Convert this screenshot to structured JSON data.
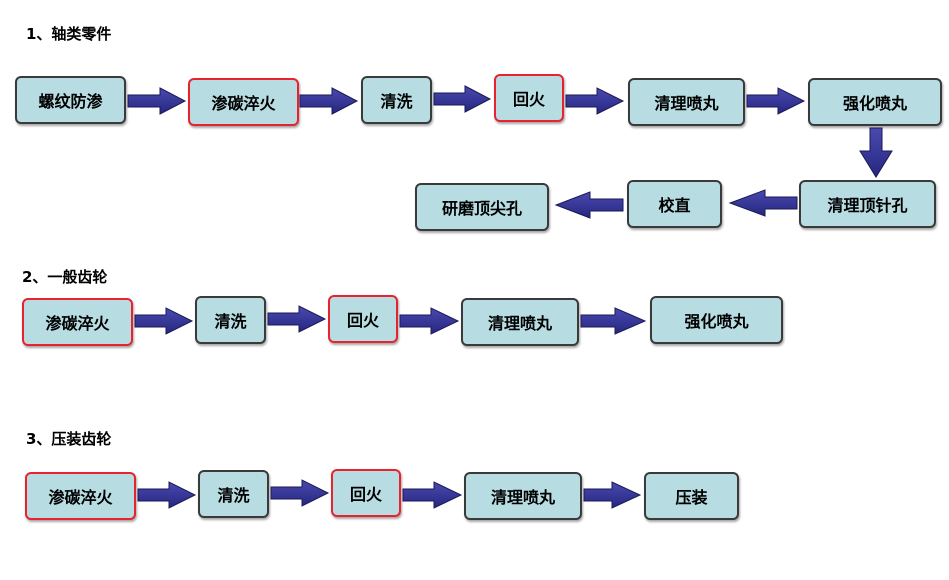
{
  "sections": [
    {
      "heading": "1、轴类零件",
      "steps": [
        "螺纹防渗",
        "渗碳淬火",
        "清洗",
        "回火",
        "清理喷丸",
        "强化喷丸",
        "清理顶针孔",
        "校直",
        "研磨顶尖孔"
      ],
      "highlighted": [
        "渗碳淬火",
        "回火"
      ]
    },
    {
      "heading": "2、一般齿轮",
      "steps": [
        "渗碳淬火",
        "清洗",
        "回火",
        "清理喷丸",
        "强化喷丸"
      ],
      "highlighted": [
        "渗碳淬火",
        "回火"
      ]
    },
    {
      "heading": "3、压装齿轮",
      "steps": [
        "渗碳淬火",
        "清洗",
        "回火",
        "清理喷丸",
        "压装"
      ],
      "highlighted": [
        "渗碳淬火",
        "回火"
      ]
    }
  ],
  "colors": {
    "box_fill": "#b7dde3",
    "box_border": "#3a3a3a",
    "highlight_border": "#e8232f",
    "arrow_fill": "#2e2e8f"
  }
}
